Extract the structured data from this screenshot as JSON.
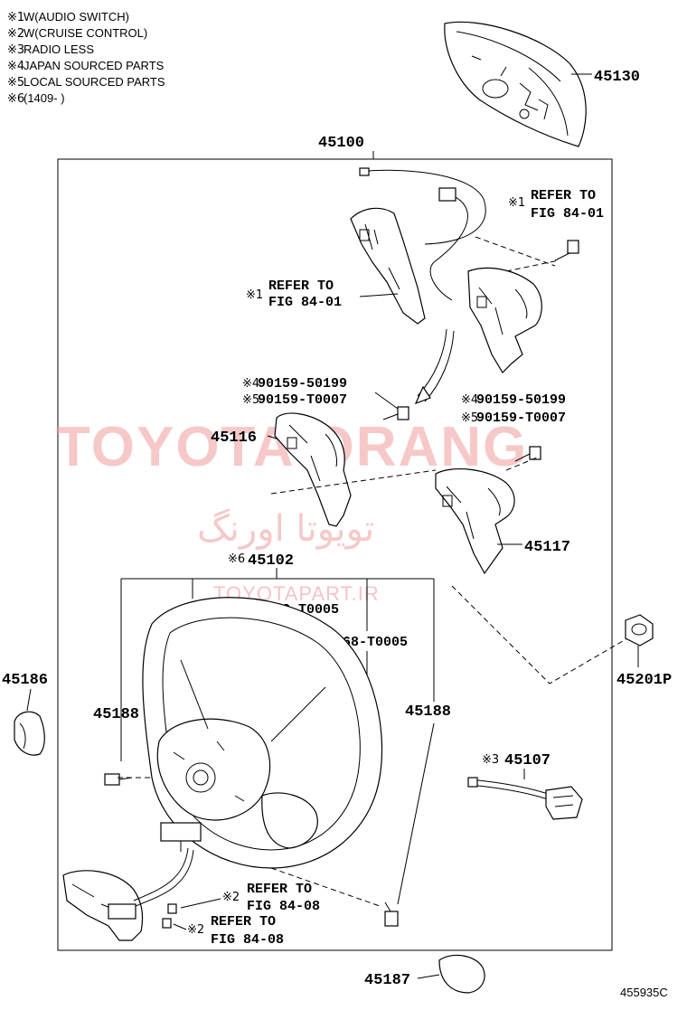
{
  "notes": [
    {
      "mark": "※1",
      "text": "W(AUDIO SWITCH)"
    },
    {
      "mark": "※2",
      "text": "W(CRUISE CONTROL)"
    },
    {
      "mark": "※3",
      "text": "RADIO LESS"
    },
    {
      "mark": "※4",
      "text": "JAPAN SOURCED PARTS"
    },
    {
      "mark": "※5",
      "text": "LOCAL SOURCED PARTS"
    },
    {
      "mark": "※6",
      "text": "(1409-        )"
    }
  ],
  "watermarks": {
    "brand": "TOYOTA ORANG",
    "arabic": "تویوتا اورنگ",
    "site": "TOYOTAPART.IR"
  },
  "parts": {
    "p45130": "45130",
    "p45100": "45100",
    "p45116": "45116",
    "p45117": "45117",
    "p45102": "45102",
    "p90168a": "90168-T0005",
    "p90168b": "90168-T0005",
    "p45186": "45186",
    "p45188a": "45188",
    "p45188b": "45188",
    "p45201p": "45201P",
    "p45107": "45107",
    "p45187": "45187",
    "bolt_l_1": "90159-50199",
    "bolt_l_2": "90159-T0007",
    "bolt_r_1": "90159-50199",
    "bolt_r_2": "90159-T0007"
  },
  "marks": {
    "m1a": "※1",
    "m1b": "※1",
    "m2a": "※2",
    "m2b": "※2",
    "m3": "※3",
    "m4a": "※4",
    "m4b": "※4",
    "m5a": "※5",
    "m5b": "※5",
    "m6": "※6"
  },
  "refs": {
    "r1_top": "REFER TO",
    "r1_bottom": "FIG 84-01",
    "r2_top": "REFER TO",
    "r2_bottom": "FIG 84-01",
    "r3_top": "REFER TO",
    "r3_bottom": "FIG 84-08",
    "r4_top": "REFER TO",
    "r4_bottom": "FIG 84-08"
  },
  "figure_code": "455935C"
}
